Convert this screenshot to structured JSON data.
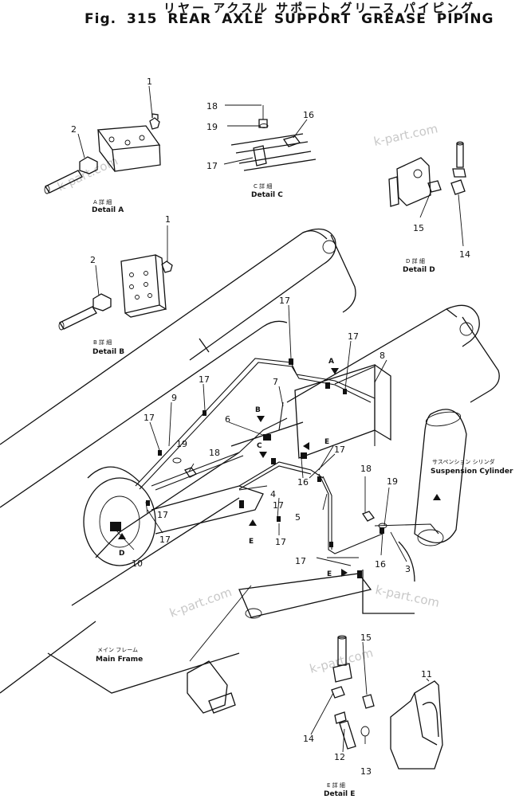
{
  "title": {
    "jp": "リヤー アクスル サポート グリース パイピング",
    "figure": "Fig. 315",
    "en": "REAR AXLE SUPPORT GREASE PIPING"
  },
  "watermarks": [
    "k-part.com",
    "k-part.com",
    "k-part.com",
    "k-part.com",
    "k-part.com"
  ],
  "details": {
    "a": {
      "jp": "A 詳 細",
      "en": "Detail A"
    },
    "b": {
      "jp": "B 詳 細",
      "en": "Detail B"
    },
    "c": {
      "jp": "C 詳 細",
      "en": "Detail C"
    },
    "d": {
      "jp": "D 詳 細",
      "en": "Detail D"
    },
    "e": {
      "jp": "E 詳 細",
      "en": "Detail E"
    }
  },
  "annotations": {
    "suspension_jp": "サスペンション シリンダ",
    "suspension_en": "Suspension Cylinder",
    "mainframe_jp": "メイン フレーム",
    "mainframe_en": "Main Frame"
  },
  "callouts": {
    "a1": "1",
    "a2": "2",
    "b1": "1",
    "b2": "2",
    "c18": "18",
    "c19": "19",
    "c16": "16",
    "c17": "17",
    "d15": "15",
    "d14": "14",
    "m17a": "17",
    "m17b": "17",
    "m17c": "17",
    "m17d": "17",
    "m17e": "17",
    "m17f": "17",
    "m17g": "17",
    "m17h": "17",
    "m17i": "17",
    "m9": "9",
    "m8": "8",
    "m7": "7",
    "m6": "6",
    "m19a": "19",
    "m18a": "18",
    "m16a": "16",
    "m4": "4",
    "m5": "5",
    "m10": "10",
    "m18b": "18",
    "m19b": "19",
    "m16b": "16",
    "m3": "3",
    "e15": "15",
    "e11": "11",
    "e14": "14",
    "e12": "12",
    "e13": "13"
  },
  "view_letters": {
    "a": "A",
    "b": "B",
    "c": "C",
    "d": "D",
    "e1": "E",
    "e2": "E",
    "e3": "E"
  }
}
